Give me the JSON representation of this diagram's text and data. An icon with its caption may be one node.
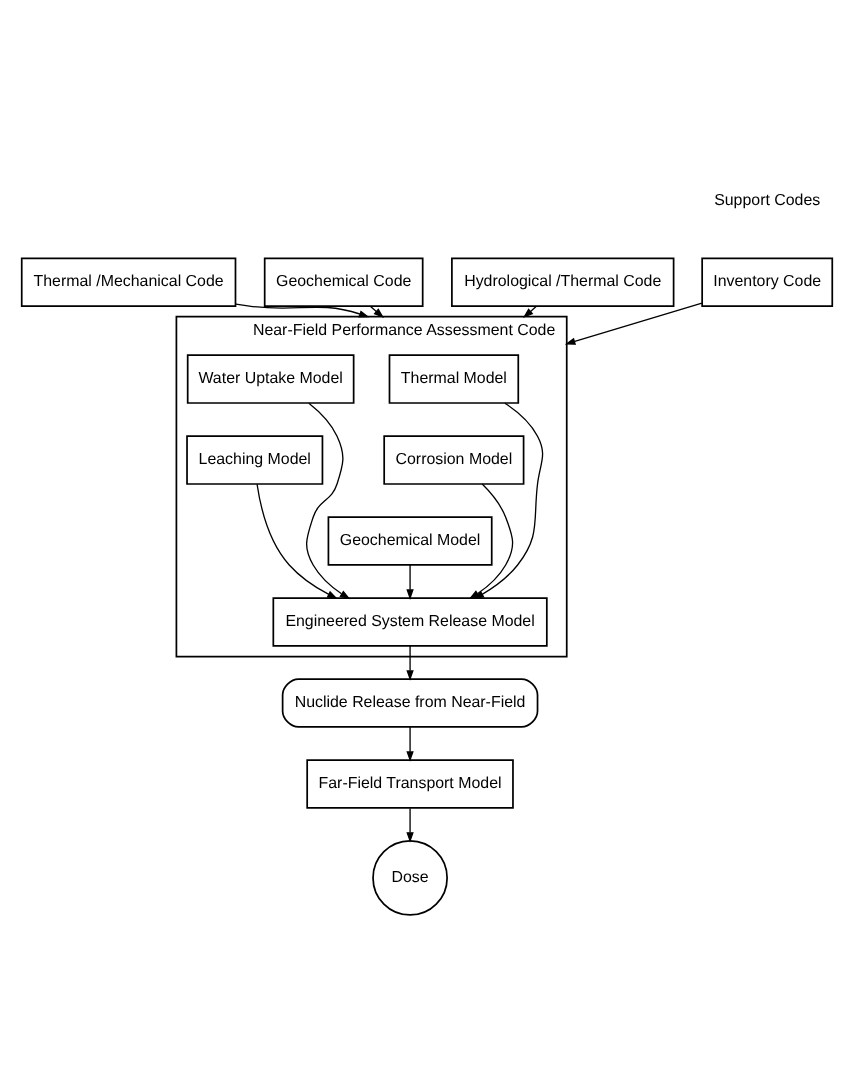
{
  "diagram": {
    "nodes": [
      {
        "text": [
          "Inventory Code"
        ]
      },
      {
        "text": [
          "Thermal /Mechanical Code"
        ]
      },
      {
        "text": [
          "Geochemical Code"
        ]
      },
      {
        "text": [
          "Hydrological /Thermal Code"
        ]
      },
      {
        "text": [
          "Near-Field Performance Assessment Code"
        ]
      },
      {
        "text": [
          "Thermal Model"
        ],
        "in": 4
      },
      {
        "text": [
          "Water Uptake Model"
        ],
        "in": 4
      },
      {
        "text": [
          "Corrosion Model"
        ],
        "in": 4
      },
      {
        "text": [
          "Leaching Model"
        ],
        "in": 4
      },
      {
        "text": [
          "Geochemical Model"
        ],
        "in": 4
      },
      {
        "text": [
          "Engineered System Release Model"
        ],
        "in": 4
      },
      {
        "text": [
          "Nuclide Release from Near-Field"
        ]
      },
      {
        "text": [
          "Far-Field Transport Model"
        ]
      },
      {
        "text": [
          "Dose"
        ]
      }
    ],
    "edges": [
      {
        "from": 0,
        "to": 4,
        "arrow": "to"
      },
      {
        "from": 1,
        "to": 4,
        "arrow": "to"
      },
      {
        "from": 2,
        "to": 4,
        "arrow": "to"
      },
      {
        "from": 3,
        "to": 4,
        "arrow": "to"
      },
      {
        "from": 5,
        "to": 10,
        "arrow": "to"
      },
      {
        "from": 6,
        "to": 10,
        "arrow": "to"
      },
      {
        "from": 7,
        "to": 10,
        "arrow": "to"
      },
      {
        "from": 8,
        "to": 10,
        "arrow": "to"
      },
      {
        "from": 9,
        "to": 10,
        "arrow": "to"
      },
      {
        "from": 10,
        "to": 11,
        "arrow": "to"
      },
      {
        "from": 11,
        "to": 12,
        "arrow": "to"
      },
      {
        "from": 12,
        "to": 13,
        "arrow": "to"
      }
    ],
    "labels": [
      "Support Codes"
    ]
  }
}
